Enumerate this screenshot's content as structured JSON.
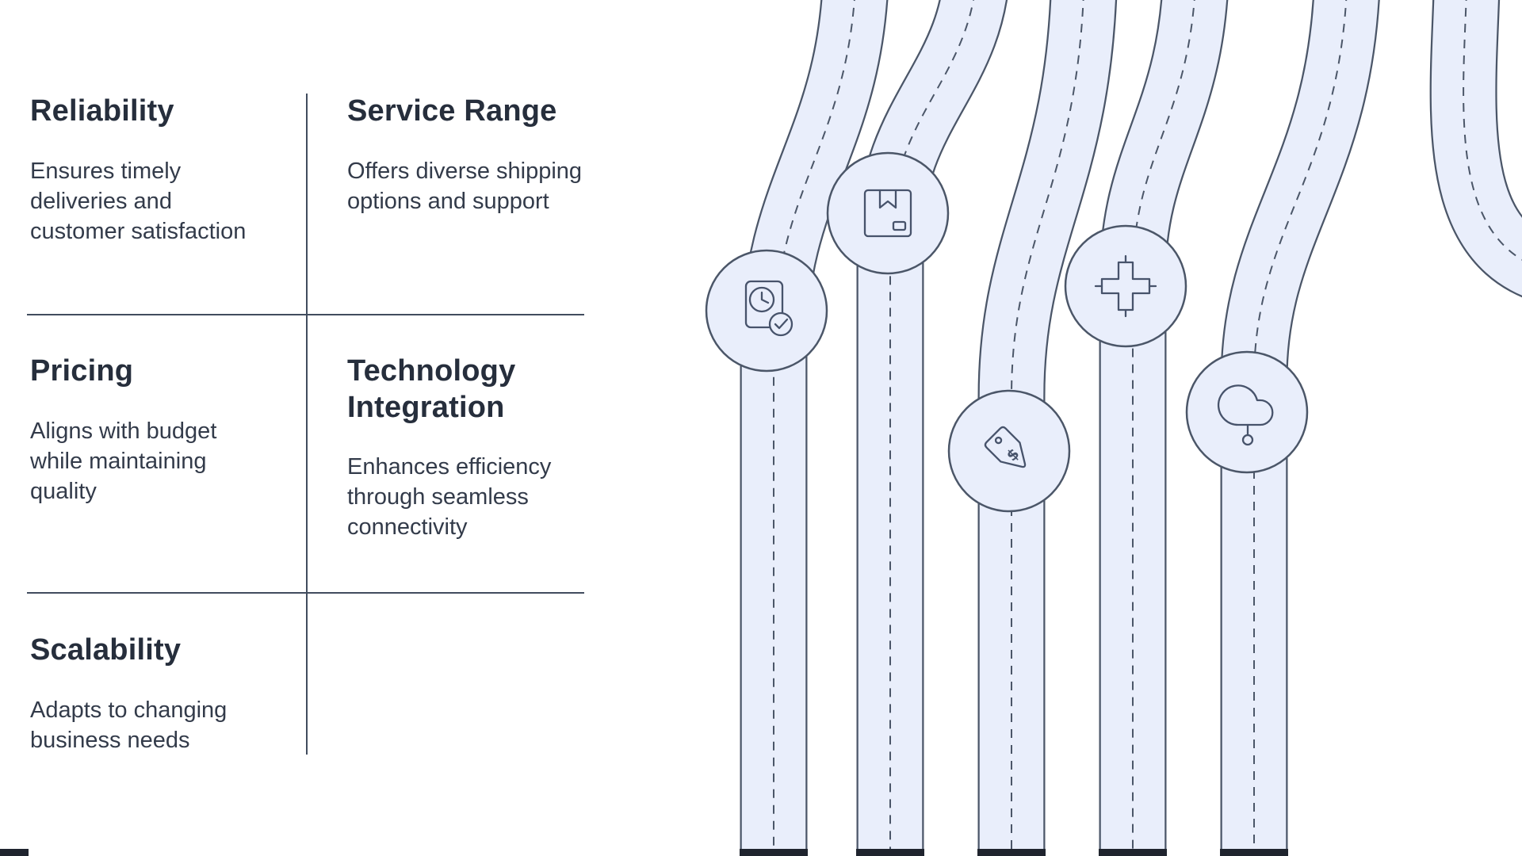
{
  "criteria_grid": {
    "cells": [
      {
        "title": "Reliability",
        "description": "Ensures timely deliveries and customer satisfaction"
      },
      {
        "title": "Service Range",
        "description": "Offers diverse shipping options and support"
      },
      {
        "title": "Pricing",
        "description": "Aligns with budget while maintaining quality"
      },
      {
        "title": "Technology Integration",
        "description": "Enhances efficiency through seamless connectivity"
      },
      {
        "title": "Scalability",
        "description": "Adapts to changing business needs"
      }
    ]
  },
  "illustration": {
    "price_tag_symbol": "$",
    "icons": [
      "document-clock-check-icon",
      "package-icon",
      "price-tag-icon",
      "circuit-cross-icon",
      "cloud-search-icon"
    ],
    "colors": {
      "road_fill": "#e9eefb",
      "road_outline": "#4b5668",
      "dashed_line": "#4b5668",
      "end_cap": "#1f242e",
      "heading_text": "#262e3c",
      "body_text": "#333b4a",
      "divider": "#414c5e",
      "background": "#ffffff"
    }
  }
}
